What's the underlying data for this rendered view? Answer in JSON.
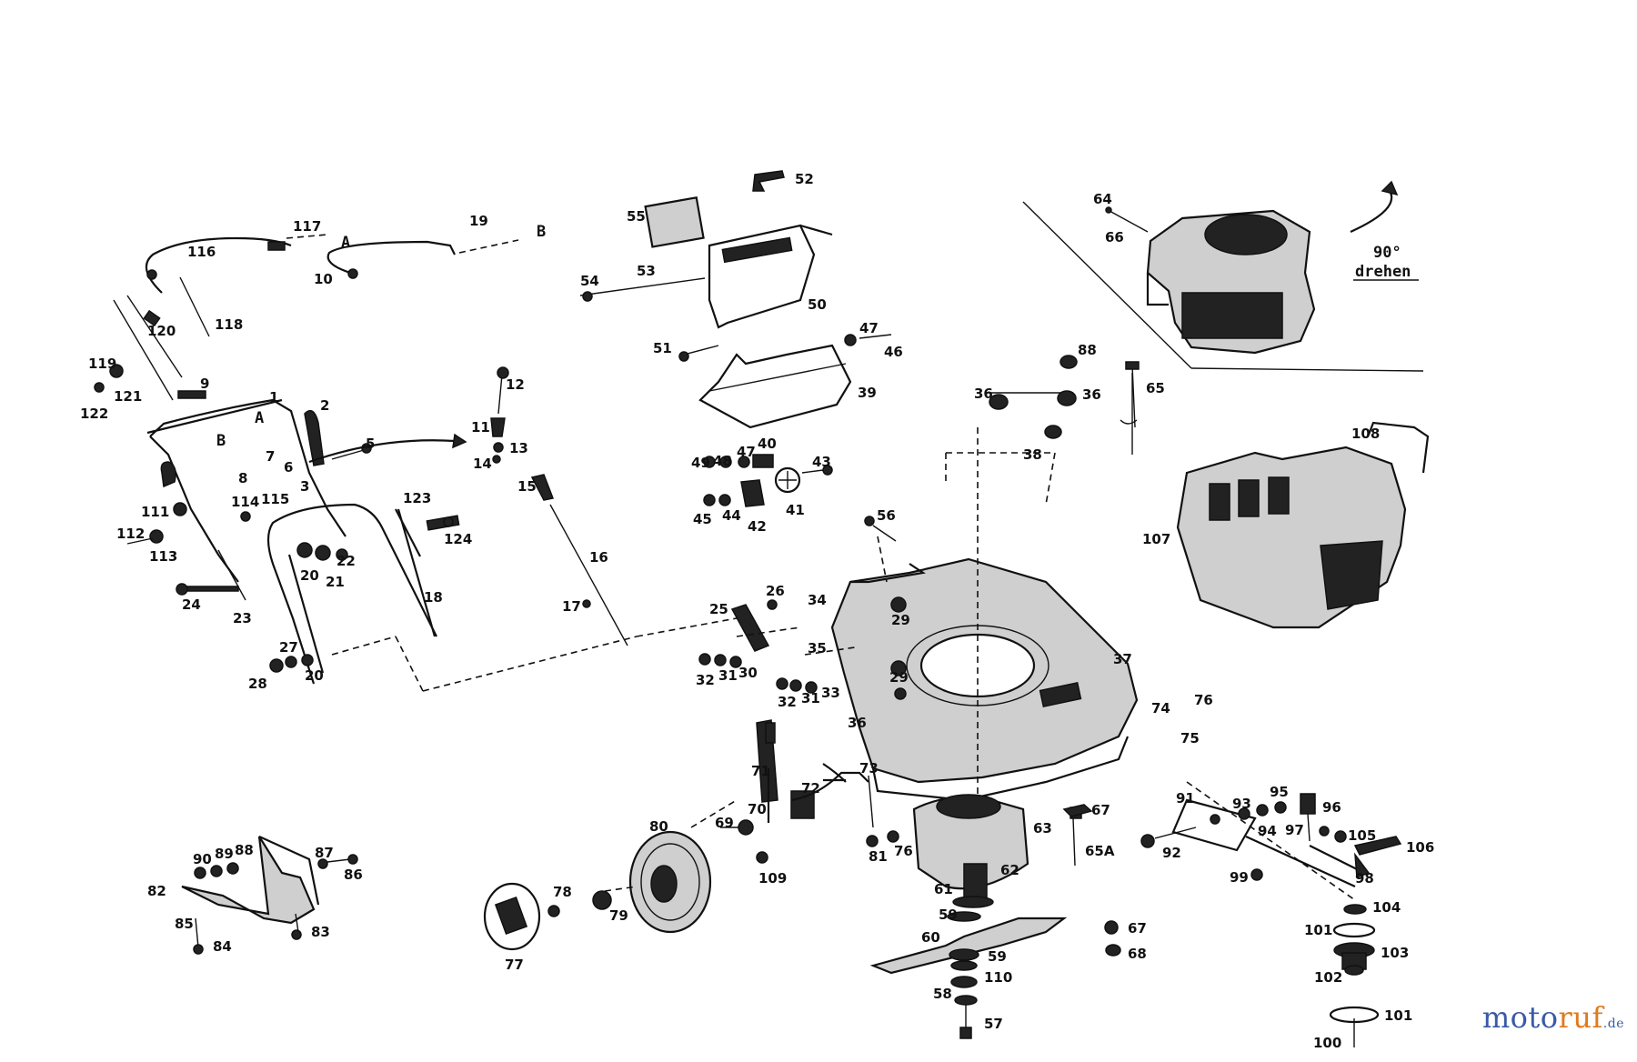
{
  "diagram": {
    "labels": {
      "l1": "1",
      "l2": "2",
      "l3": "3",
      "l5": "5",
      "l6": "6",
      "l7": "7",
      "l8": "8",
      "l9": "9",
      "l10": "10",
      "l11": "11",
      "l12": "12",
      "l13": "13",
      "l14": "14",
      "l15": "15",
      "l16": "16",
      "l17": "17",
      "l18": "18",
      "l19": "19",
      "l20": "20",
      "l20b": "20",
      "l21": "21",
      "l22": "22",
      "l23": "23",
      "l24": "24",
      "l25": "25",
      "l26": "26",
      "l27": "27",
      "l28": "28",
      "l29": "29",
      "l29b": "29",
      "l30": "30",
      "l31": "31",
      "l31b": "31",
      "l32": "32",
      "l32b": "32",
      "l33": "33",
      "l34": "34",
      "l35": "35",
      "l36": "36",
      "l36b": "36",
      "l36c": "36",
      "l37": "37",
      "l38": "38",
      "l39": "39",
      "l40": "40",
      "l41": "41",
      "l42": "42",
      "l43": "43",
      "l44": "44",
      "l45": "45",
      "l46": "46",
      "l47": "47",
      "l47b": "47",
      "l48": "48",
      "l49": "49",
      "l50": "50",
      "l51": "51",
      "l52": "52",
      "l53": "53",
      "l54": "54",
      "l55": "55",
      "l56": "56",
      "l57": "57",
      "l58": "58",
      "l59": "59",
      "l59b": "59",
      "l60": "60",
      "l61": "61",
      "l62": "62",
      "l63": "63",
      "l64": "64",
      "l65": "65",
      "l65A": "65A",
      "l66": "66",
      "l67": "67",
      "l67b": "67",
      "l68": "68",
      "l69": "69",
      "l70": "70",
      "l71": "71",
      "l72": "72",
      "l73": "73",
      "l74": "74",
      "l75": "75",
      "l76": "76",
      "l76b": "76",
      "l77": "77",
      "l78": "78",
      "l79": "79",
      "l80": "80",
      "l81": "81",
      "l82": "82",
      "l83": "83",
      "l84": "84",
      "l85": "85",
      "l86": "86",
      "l87": "87",
      "l88": "88",
      "l88b": "88",
      "l89": "89",
      "l90": "90",
      "l91": "91",
      "l92": "92",
      "l93": "93",
      "l94": "94",
      "l95": "95",
      "l96": "96",
      "l97": "97",
      "l98": "98",
      "l99": "99",
      "l100": "100",
      "l101": "101",
      "l101b": "101",
      "l102": "102",
      "l103": "103",
      "l104": "104",
      "l105": "105",
      "l106": "106",
      "l107": "107",
      "l108": "108",
      "l109": "109",
      "l110": "110",
      "l111": "111",
      "l112": "112",
      "l113": "113",
      "l114": "114",
      "l115": "115",
      "l116": "116",
      "l117": "117",
      "l118": "118",
      "l119": "119",
      "l120": "120",
      "l121": "121",
      "l122": "122",
      "l123": "123",
      "l124": "124"
    },
    "markers": {
      "A1": "A",
      "A2": "A",
      "B1": "B",
      "B2": "B"
    },
    "rotate_note": {
      "line1": "90°",
      "line2": "drehen"
    }
  },
  "branding": {
    "name_a": "moto",
    "name_b": "ruf",
    "tld": ".de"
  },
  "colors": {
    "ink": "#111111",
    "brand_blue": "#3a5aa8",
    "brand_orange": "#e07a1f"
  }
}
